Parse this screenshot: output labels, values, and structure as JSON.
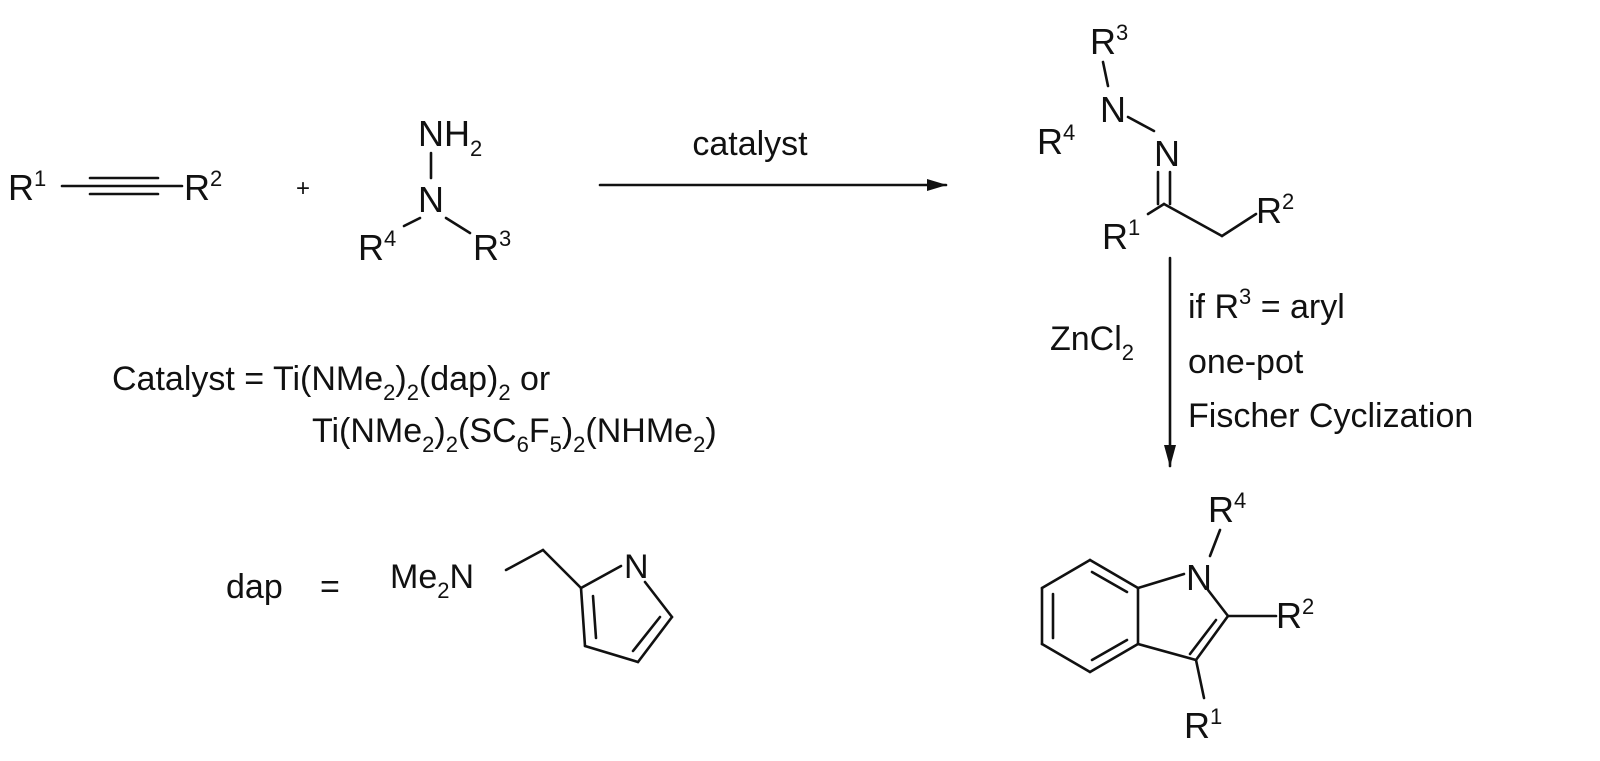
{
  "scheme": {
    "alkyne": {
      "left": {
        "base": "R",
        "sup": "1"
      },
      "right": {
        "base": "R",
        "sup": "2"
      }
    },
    "plus": "+",
    "hydrazine": {
      "nh": "NH",
      "nh_sub": "2",
      "n": "N",
      "r4": {
        "base": "R",
        "sup": "4"
      },
      "r3": {
        "base": "R",
        "sup": "3"
      }
    },
    "arrow_label": "catalyst",
    "hydrazone": {
      "r3": {
        "base": "R",
        "sup": "3"
      },
      "r4": {
        "base": "R",
        "sup": "4"
      },
      "n_amine": "N",
      "n_imine": "N",
      "r1": {
        "base": "R",
        "sup": "1"
      },
      "r2": {
        "base": "R",
        "sup": "2"
      }
    },
    "cyclization": {
      "reagent": "ZnCl",
      "reagent_sub": "2",
      "cond1_pre": "if R",
      "cond1_sup": "3",
      "cond1_post": " = aryl",
      "cond2": "one-pot",
      "cond3": "Fischer Cyclization"
    },
    "indole": {
      "r4": {
        "base": "R",
        "sup": "4"
      },
      "n": "N",
      "r2": {
        "base": "R",
        "sup": "2"
      },
      "r1": {
        "base": "R",
        "sup": "1"
      }
    },
    "catalyst_def": {
      "prefix": "Catalyst = ",
      "line1": {
        "a": "Ti(NMe",
        "b": "2",
        "c": ")",
        "d": "2",
        "e": "(dap)",
        "f": "2",
        "g": " or"
      },
      "line2": {
        "a": "Ti(NMe",
        "b": "2",
        "c": ")",
        "d": "2",
        "e": "(SC",
        "f": "6",
        "g": "F",
        "h": "5",
        "i": ")",
        "j": "2",
        "k": "(NHMe",
        "l": "2",
        "m": ")"
      }
    },
    "dap_def": {
      "label": "dap",
      "equals": "=",
      "me": "Me",
      "me_sub": "2",
      "n_amine": "N",
      "n_ring": "N"
    }
  }
}
